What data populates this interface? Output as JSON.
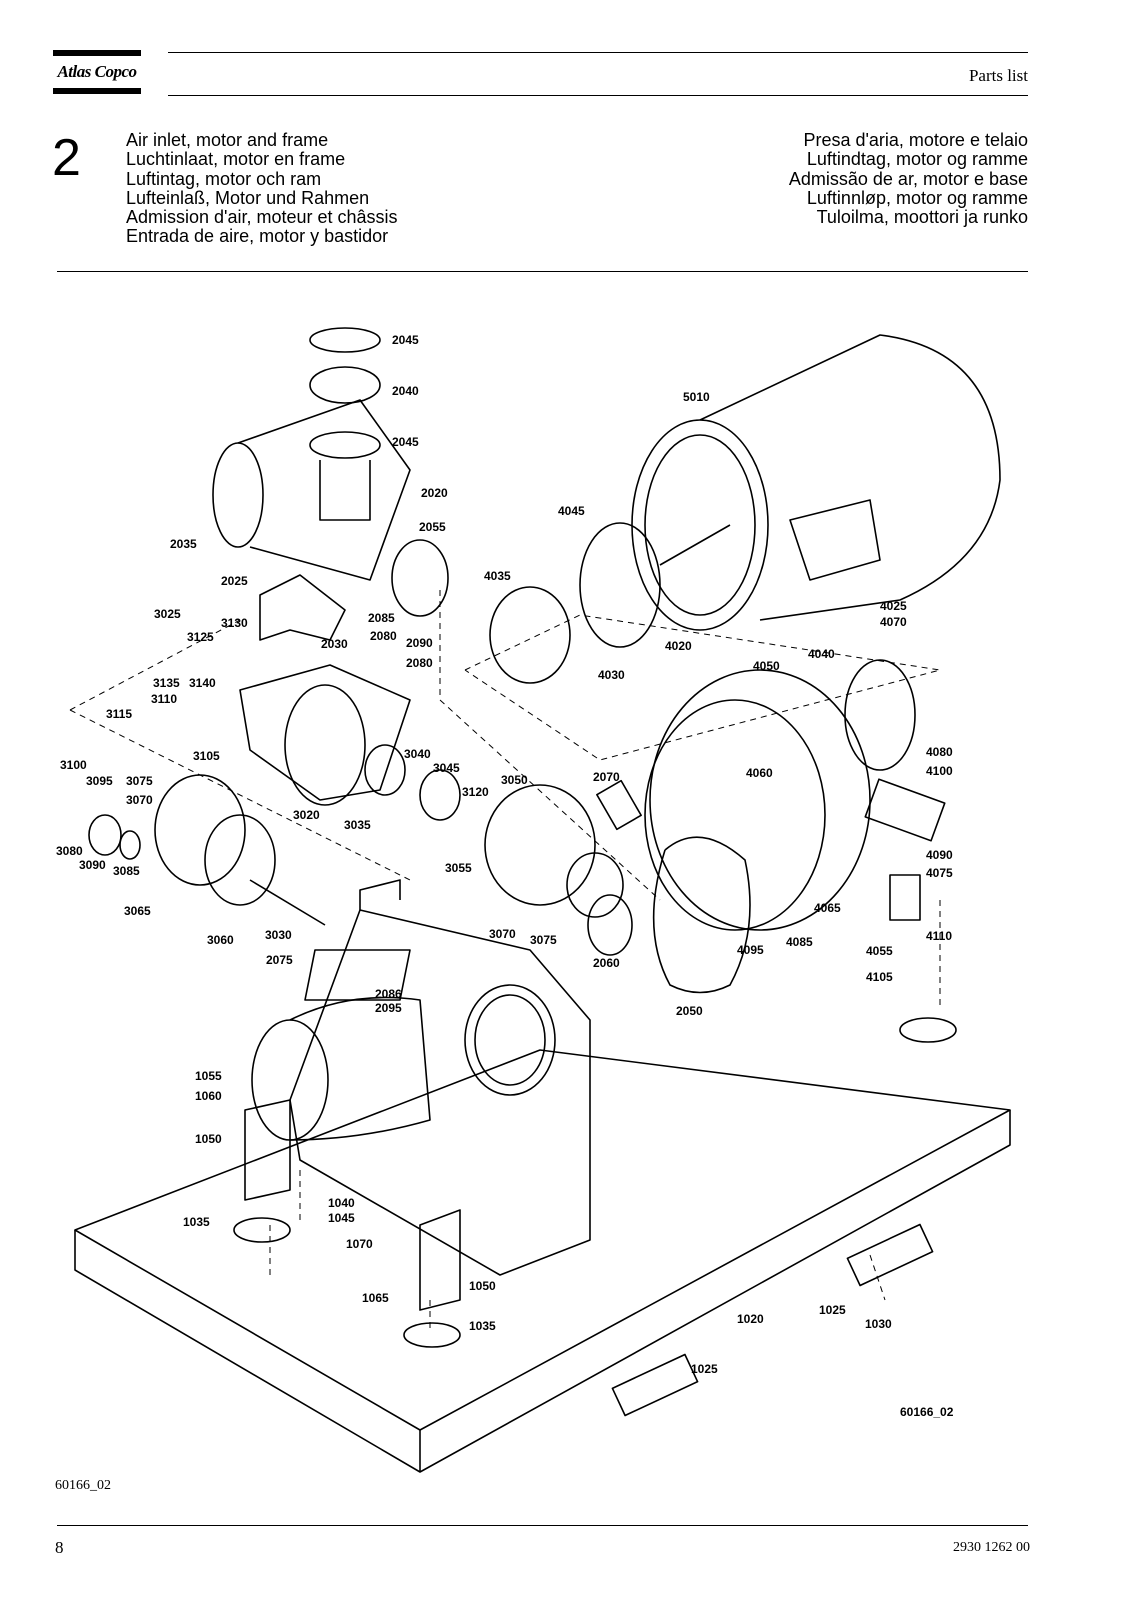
{
  "header": {
    "logo_text": "Atlas Copco",
    "section_label": "Parts list"
  },
  "section": {
    "number": "2",
    "titles_left": [
      "Air inlet, motor and frame",
      "Luchtinlaat, motor en frame",
      "Luftintag, motor och ram",
      "Lufteinlaß, Motor und Rahmen",
      "Admission d'air, moteur et châssis",
      "Entrada de aire, motor y bastidor"
    ],
    "titles_right": [
      "Presa d'aria, motore e telaio",
      "Luftindtag, motor og ramme",
      "Admissão de ar, motor e base",
      "Luftinnløp, motor og ramme",
      "Tuloilma, moottori ja runko"
    ]
  },
  "diagram": {
    "reference": "60166_02",
    "part_labels": [
      "2045",
      "2040",
      "2045",
      "5010",
      "2020",
      "2055",
      "2035",
      "4045",
      "4035",
      "2025",
      "3025",
      "3130",
      "3125",
      "2085",
      "2080",
      "2030",
      "2090",
      "2080",
      "4025",
      "4070",
      "4020",
      "4030",
      "4050",
      "4040",
      "3135",
      "3140",
      "3110",
      "3115",
      "3105",
      "3040",
      "3045",
      "4080",
      "4100",
      "3100",
      "3095",
      "3075",
      "3070",
      "3050",
      "2070",
      "3120",
      "4060",
      "3020",
      "3035",
      "3080",
      "3090",
      "3085",
      "3055",
      "4090",
      "4075",
      "3065",
      "3030",
      "3060",
      "3070",
      "3075",
      "2060",
      "4065",
      "4095",
      "4085",
      "4055",
      "4110",
      "2075",
      "4105",
      "2086",
      "2095",
      "2050",
      "1055",
      "1060",
      "1050",
      "1040",
      "1045",
      "1035",
      "1070",
      "1065",
      "1050",
      "1035",
      "1020",
      "1025",
      "1030",
      "1025"
    ]
  },
  "footer": {
    "figure_code": "60166_02",
    "page_number": "8",
    "document_number": "2930 1262 00"
  }
}
